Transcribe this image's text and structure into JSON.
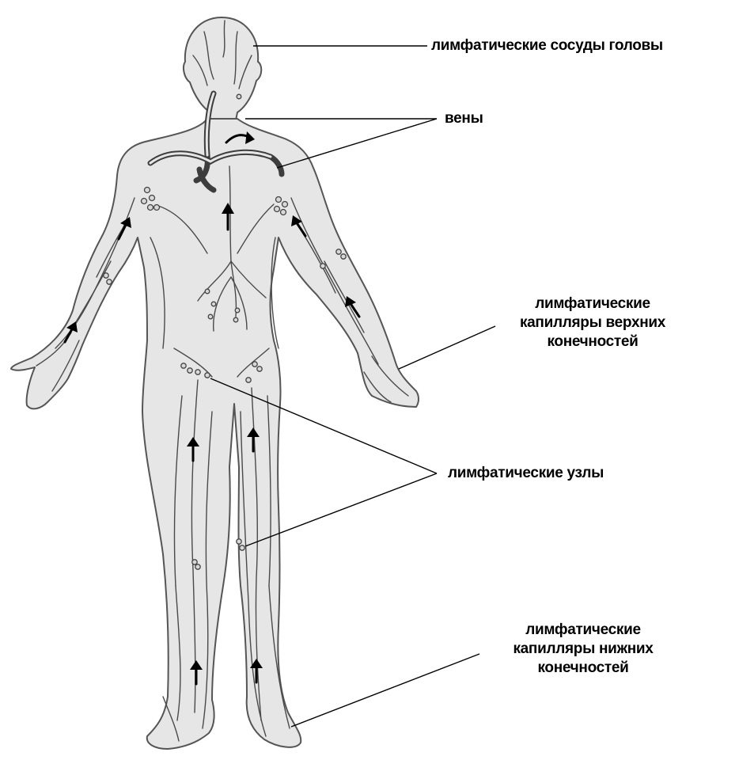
{
  "labels": {
    "head_vessels": "лимфатические сосуды головы",
    "veins": "вены",
    "upper_capillaries": [
      "лимфатические",
      "капилляры верхних",
      "конечностей"
    ],
    "lymph_nodes": "лимфатические узлы",
    "lower_capillaries": [
      "лимфатические",
      "капилляры нижних",
      "конечностей"
    ]
  },
  "colors": {
    "body_fill": "#e6e6e6",
    "outline": "#555555",
    "vessel": "#4a4a4a",
    "arrow": "#000000",
    "label_text": "#000000"
  }
}
